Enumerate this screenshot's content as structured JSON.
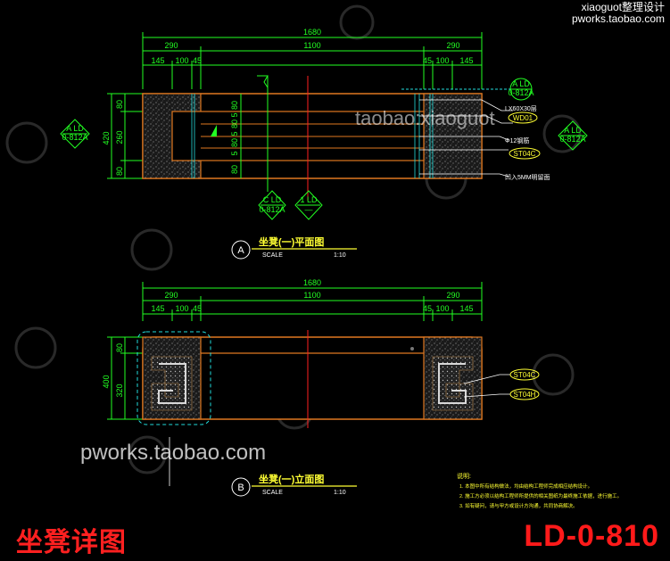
{
  "brand": {
    "line1": "xiaoguot整理设计",
    "line2": "pworks.taobao.com"
  },
  "watermarks": {
    "top": "taobao:xiaoguot",
    "bottom": "pworks.taobao.com"
  },
  "plan": {
    "dims_top": {
      "total": "1680",
      "left": "290",
      "mid": "1100",
      "right": "290",
      "a": "145",
      "b": "100",
      "c": "45",
      "d": "45",
      "e": "100",
      "f": "145"
    },
    "dims_left": {
      "total": "420",
      "top": "80",
      "mid": "260",
      "bot": "80"
    },
    "dims_inner": [
      "80",
      "5",
      "80",
      "5",
      "80",
      "5",
      "80"
    ],
    "callouts": [
      "LX60X30层",
      "WD01",
      "Φ12钢筋",
      "ST04C",
      "凹入5MM明留面"
    ],
    "sym_left": {
      "top": "A LD",
      "bot": "0-812A"
    },
    "sym_right1": {
      "top": "A LD",
      "bot": "0-812A"
    },
    "sym_right2": {
      "top": "A LD",
      "bot": "0-812A"
    },
    "sym_b1": {
      "top": "C LD",
      "bot": "0-812A"
    },
    "sym_b2": {
      "top": "1 LD",
      "bot": "—"
    },
    "title": {
      "letter": "A",
      "name": "坐凳(一)平面图",
      "scale_label": "SCALE",
      "scale": "1:10"
    }
  },
  "elev": {
    "dims_top": {
      "total": "1680",
      "left": "290",
      "mid": "1100",
      "right": "290",
      "a": "145",
      "b": "100",
      "c": "45",
      "d": "45",
      "e": "100",
      "f": "145"
    },
    "dims_left": {
      "total": "400",
      "top": "80",
      "bot": "320"
    },
    "callouts": [
      "ST04C",
      "ST04H"
    ],
    "title": {
      "letter": "B",
      "name": "坐凳(一)立面图",
      "scale_label": "SCALE",
      "scale": "1:10"
    }
  },
  "notes": {
    "heading": "说明:",
    "items": [
      "1. 本图中所有结构做法，均由结构工程师完成相应结构设计。",
      "2. 施工方必须以结构工程师所提供的相关图纸为最终施工依据，进行施工。",
      "3. 如有疑问，请与甲方或设计方沟通，共同协商解决。"
    ]
  },
  "sheet": {
    "title": "坐凳详图",
    "number": "LD-0-810"
  },
  "colors": {
    "dim": "#22ff22",
    "cyan": "#22dddd",
    "orange": "#e07820",
    "red": "#ff2020",
    "yellow": "#ffff33"
  }
}
